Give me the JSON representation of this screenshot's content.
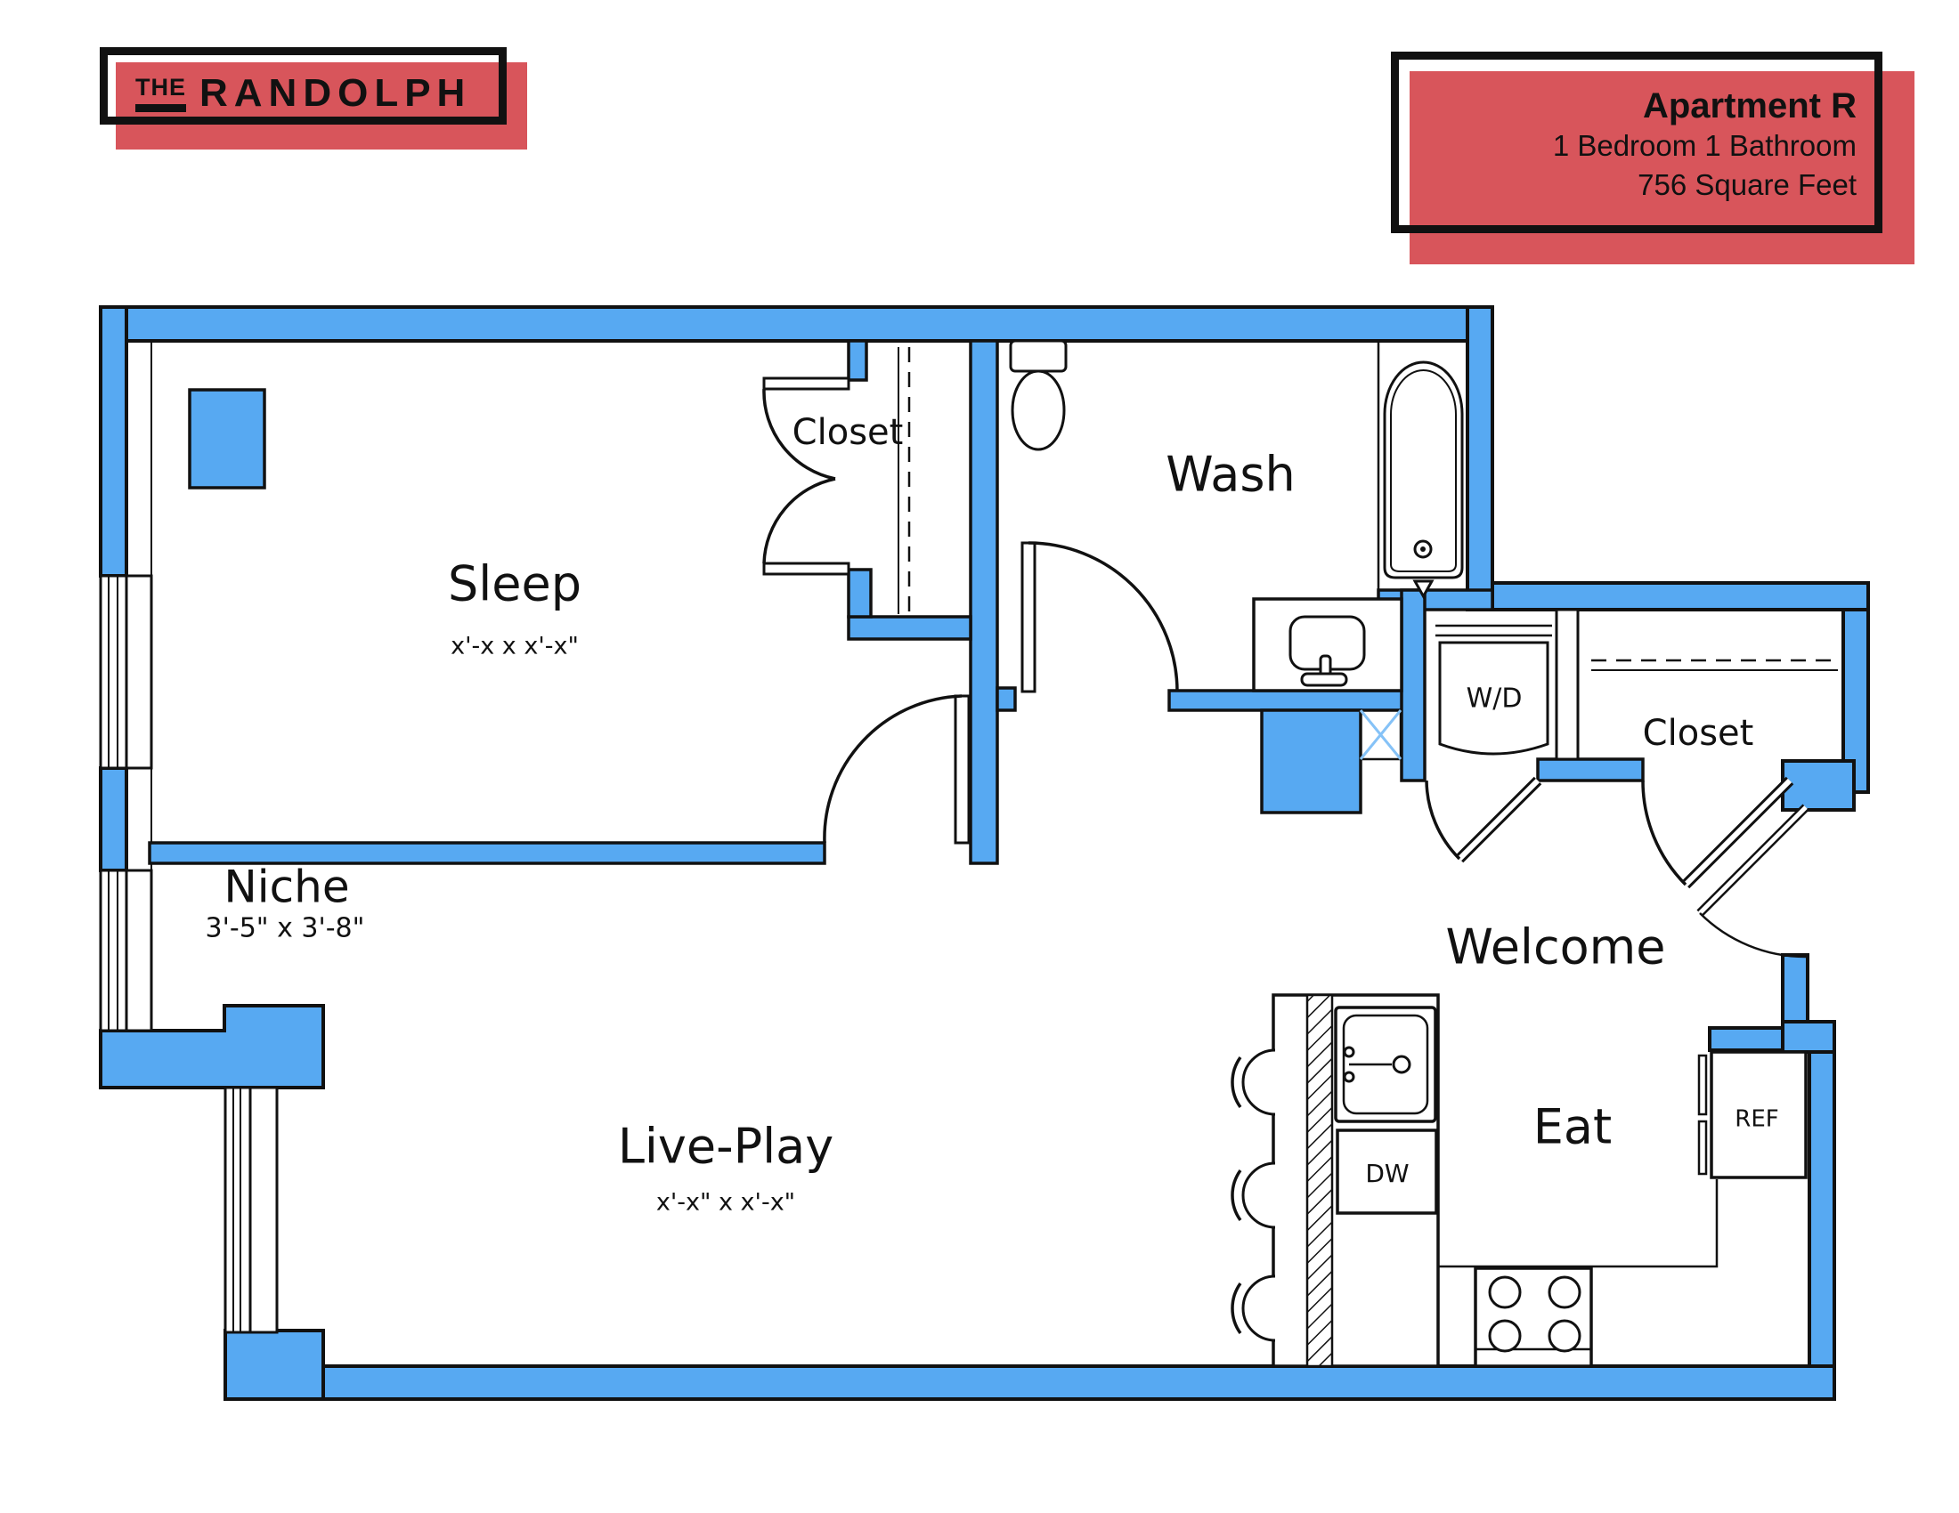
{
  "header": {
    "logo": {
      "the": "THE",
      "name": "RANDOLPH"
    },
    "info": {
      "title": "Apartment R",
      "bed_bath": "1 Bedroom 1 Bathroom",
      "area": "756 Square Feet"
    }
  },
  "rooms": {
    "sleep": {
      "label": "Sleep",
      "dims": "x'-x x x'-x\""
    },
    "bedroom_closet": {
      "label": "Closet"
    },
    "wash": {
      "label": "Wash"
    },
    "niche": {
      "label": "Niche",
      "dims": "3'-5\" x 3'-8\""
    },
    "live_play": {
      "label": "Live-Play",
      "dims": "x'-x\" x x'-x\""
    },
    "welcome": {
      "label": "Welcome"
    },
    "entry_closet": {
      "label": "Closet"
    },
    "eat": {
      "label": "Eat"
    }
  },
  "fixtures": {
    "washer_dryer": "W/D",
    "dishwasher": "DW",
    "refrigerator": "REF"
  },
  "colors": {
    "wall_fill": "#57A9F2",
    "accent_red": "#D8555B",
    "line": "#111111"
  }
}
